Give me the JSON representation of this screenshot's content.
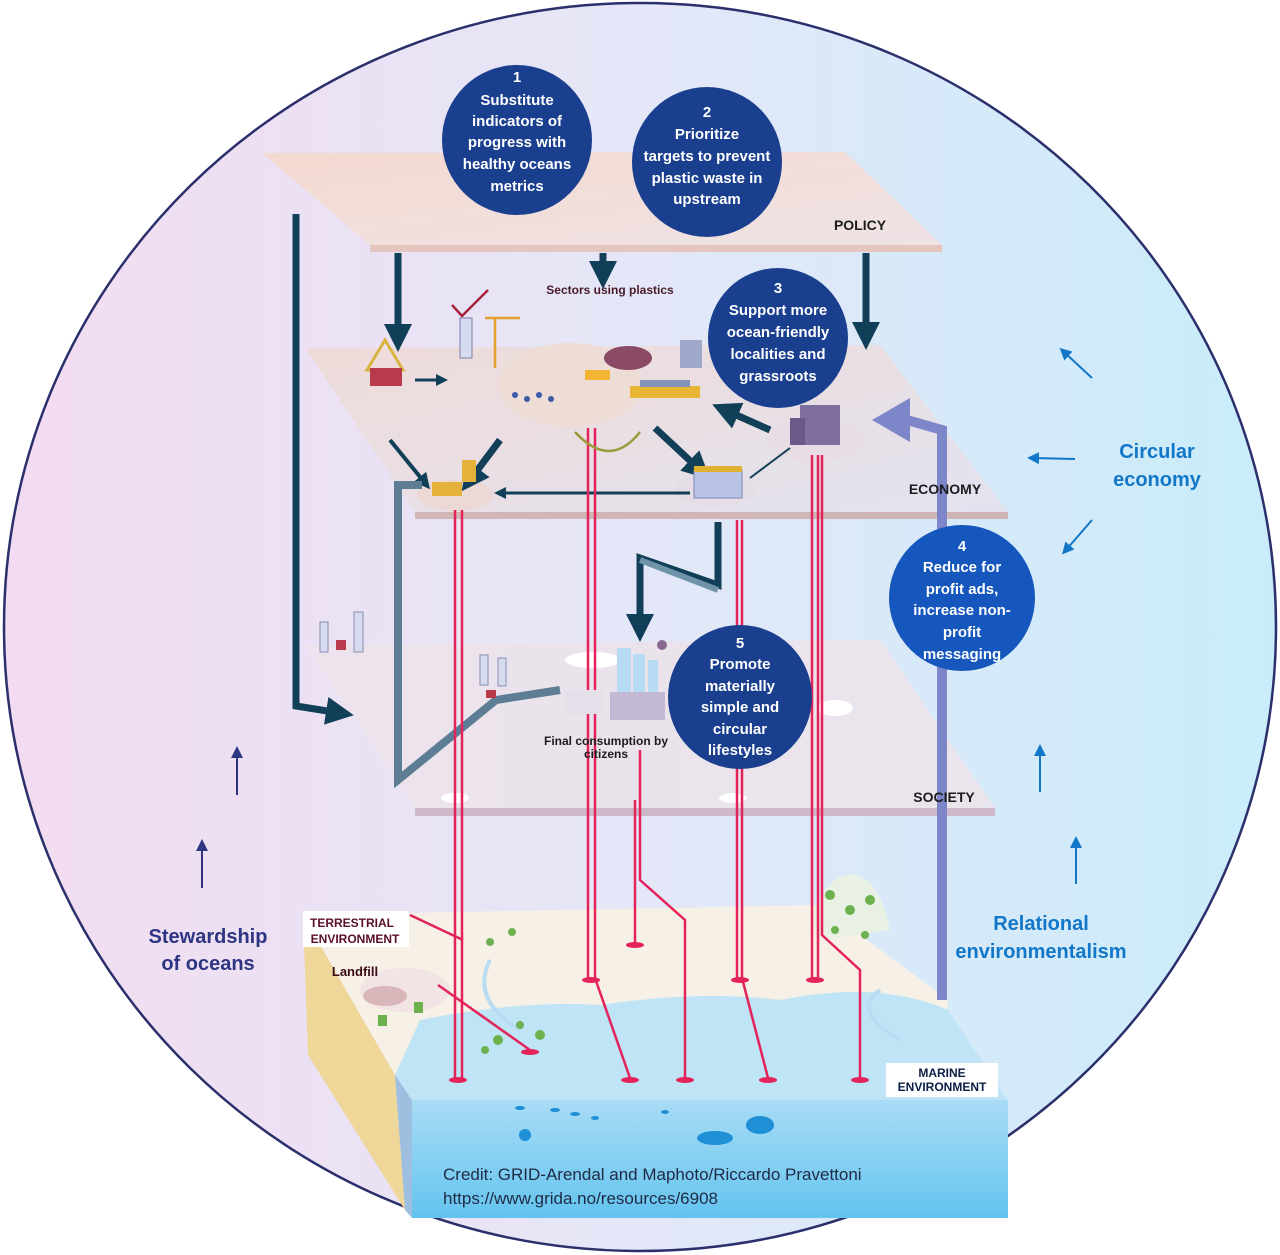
{
  "layers": {
    "policy": "POLICY",
    "economy": "ECONOMY",
    "society": "SOCIETY"
  },
  "labels": {
    "sectors": "Sectors using plastics",
    "final_consumption_line1": "Final consumption by",
    "final_consumption_line2": "citizens",
    "terrestrial_line1": "TERRESTRIAL",
    "terrestrial_line2": "ENVIRONMENT",
    "landfill": "Landfill",
    "marine_line1": "MARINE",
    "marine_line2": "ENVIRONMENT"
  },
  "actions": [
    {
      "number": "1",
      "lines": [
        "Substitute",
        "indicators of",
        "progress with",
        "healthy oceans",
        "metrics"
      ]
    },
    {
      "number": "2",
      "lines": [
        "Prioritize",
        "targets to prevent",
        "plastic waste in",
        "upstream"
      ]
    },
    {
      "number": "3",
      "lines": [
        "Support more",
        "ocean-friendly",
        "localities and",
        "grassroots"
      ]
    },
    {
      "number": "4",
      "lines": [
        "Reduce for",
        "profit ads,",
        "increase non-",
        "profit",
        "messaging"
      ]
    },
    {
      "number": "5",
      "lines": [
        "Promote",
        "materially",
        "simple and",
        "circular",
        "lifestyles"
      ]
    }
  ],
  "side_labels": {
    "stewardship_line1": "Stewardship",
    "stewardship_line2": "of oceans",
    "circular_line1": "Circular",
    "circular_line2": "economy",
    "relational_line1": "Relational",
    "relational_line2": "environmentalism"
  },
  "credit": {
    "line1": "Credit: GRID-Arendal and Maphoto/Riccardo Pravettoni",
    "line2": "https://www.grida.no/resources/6908"
  },
  "colors": {
    "circle_navy": "#1a3f8f",
    "flow_arrow": "#123f58",
    "pollution_red": "#e3235a",
    "circular_blue": "#1377c7",
    "stewardship_navy": "#2e3582"
  }
}
